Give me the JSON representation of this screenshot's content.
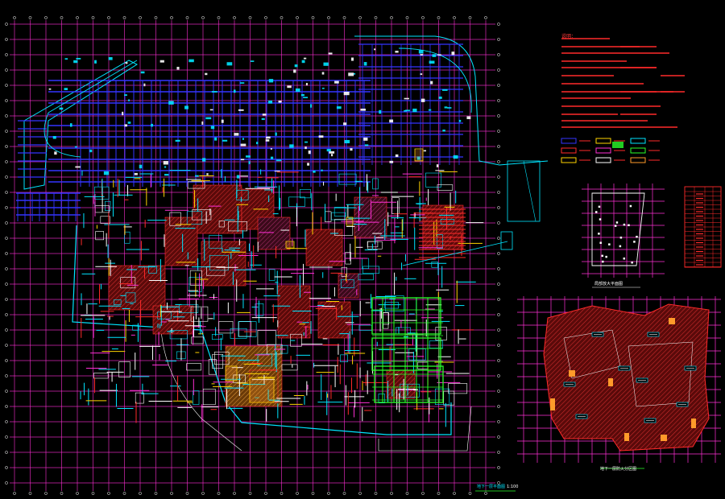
{
  "colors": {
    "background": "#000000",
    "grid": "#ff2fd6",
    "blue": "#3434ff",
    "cyan": "#00e5ff",
    "red": "#ff2a2a",
    "yellow": "#ffd400",
    "green": "#2aff2a",
    "white": "#ffffff",
    "orange": "#ff9a2a",
    "hatch_red": "#8a1010",
    "hatch_orange": "#b86a1a"
  },
  "drawing": {
    "main_plan_label": "地下一层平面图",
    "main_plan_scale": "1:100",
    "detail_plan_label": "局部放大平面图",
    "lower_plan_label": "地下一层防火分区图",
    "notes_heading": "说明："
  },
  "icons": [
    "grid-lines",
    "column-markers",
    "hatch-fill"
  ]
}
